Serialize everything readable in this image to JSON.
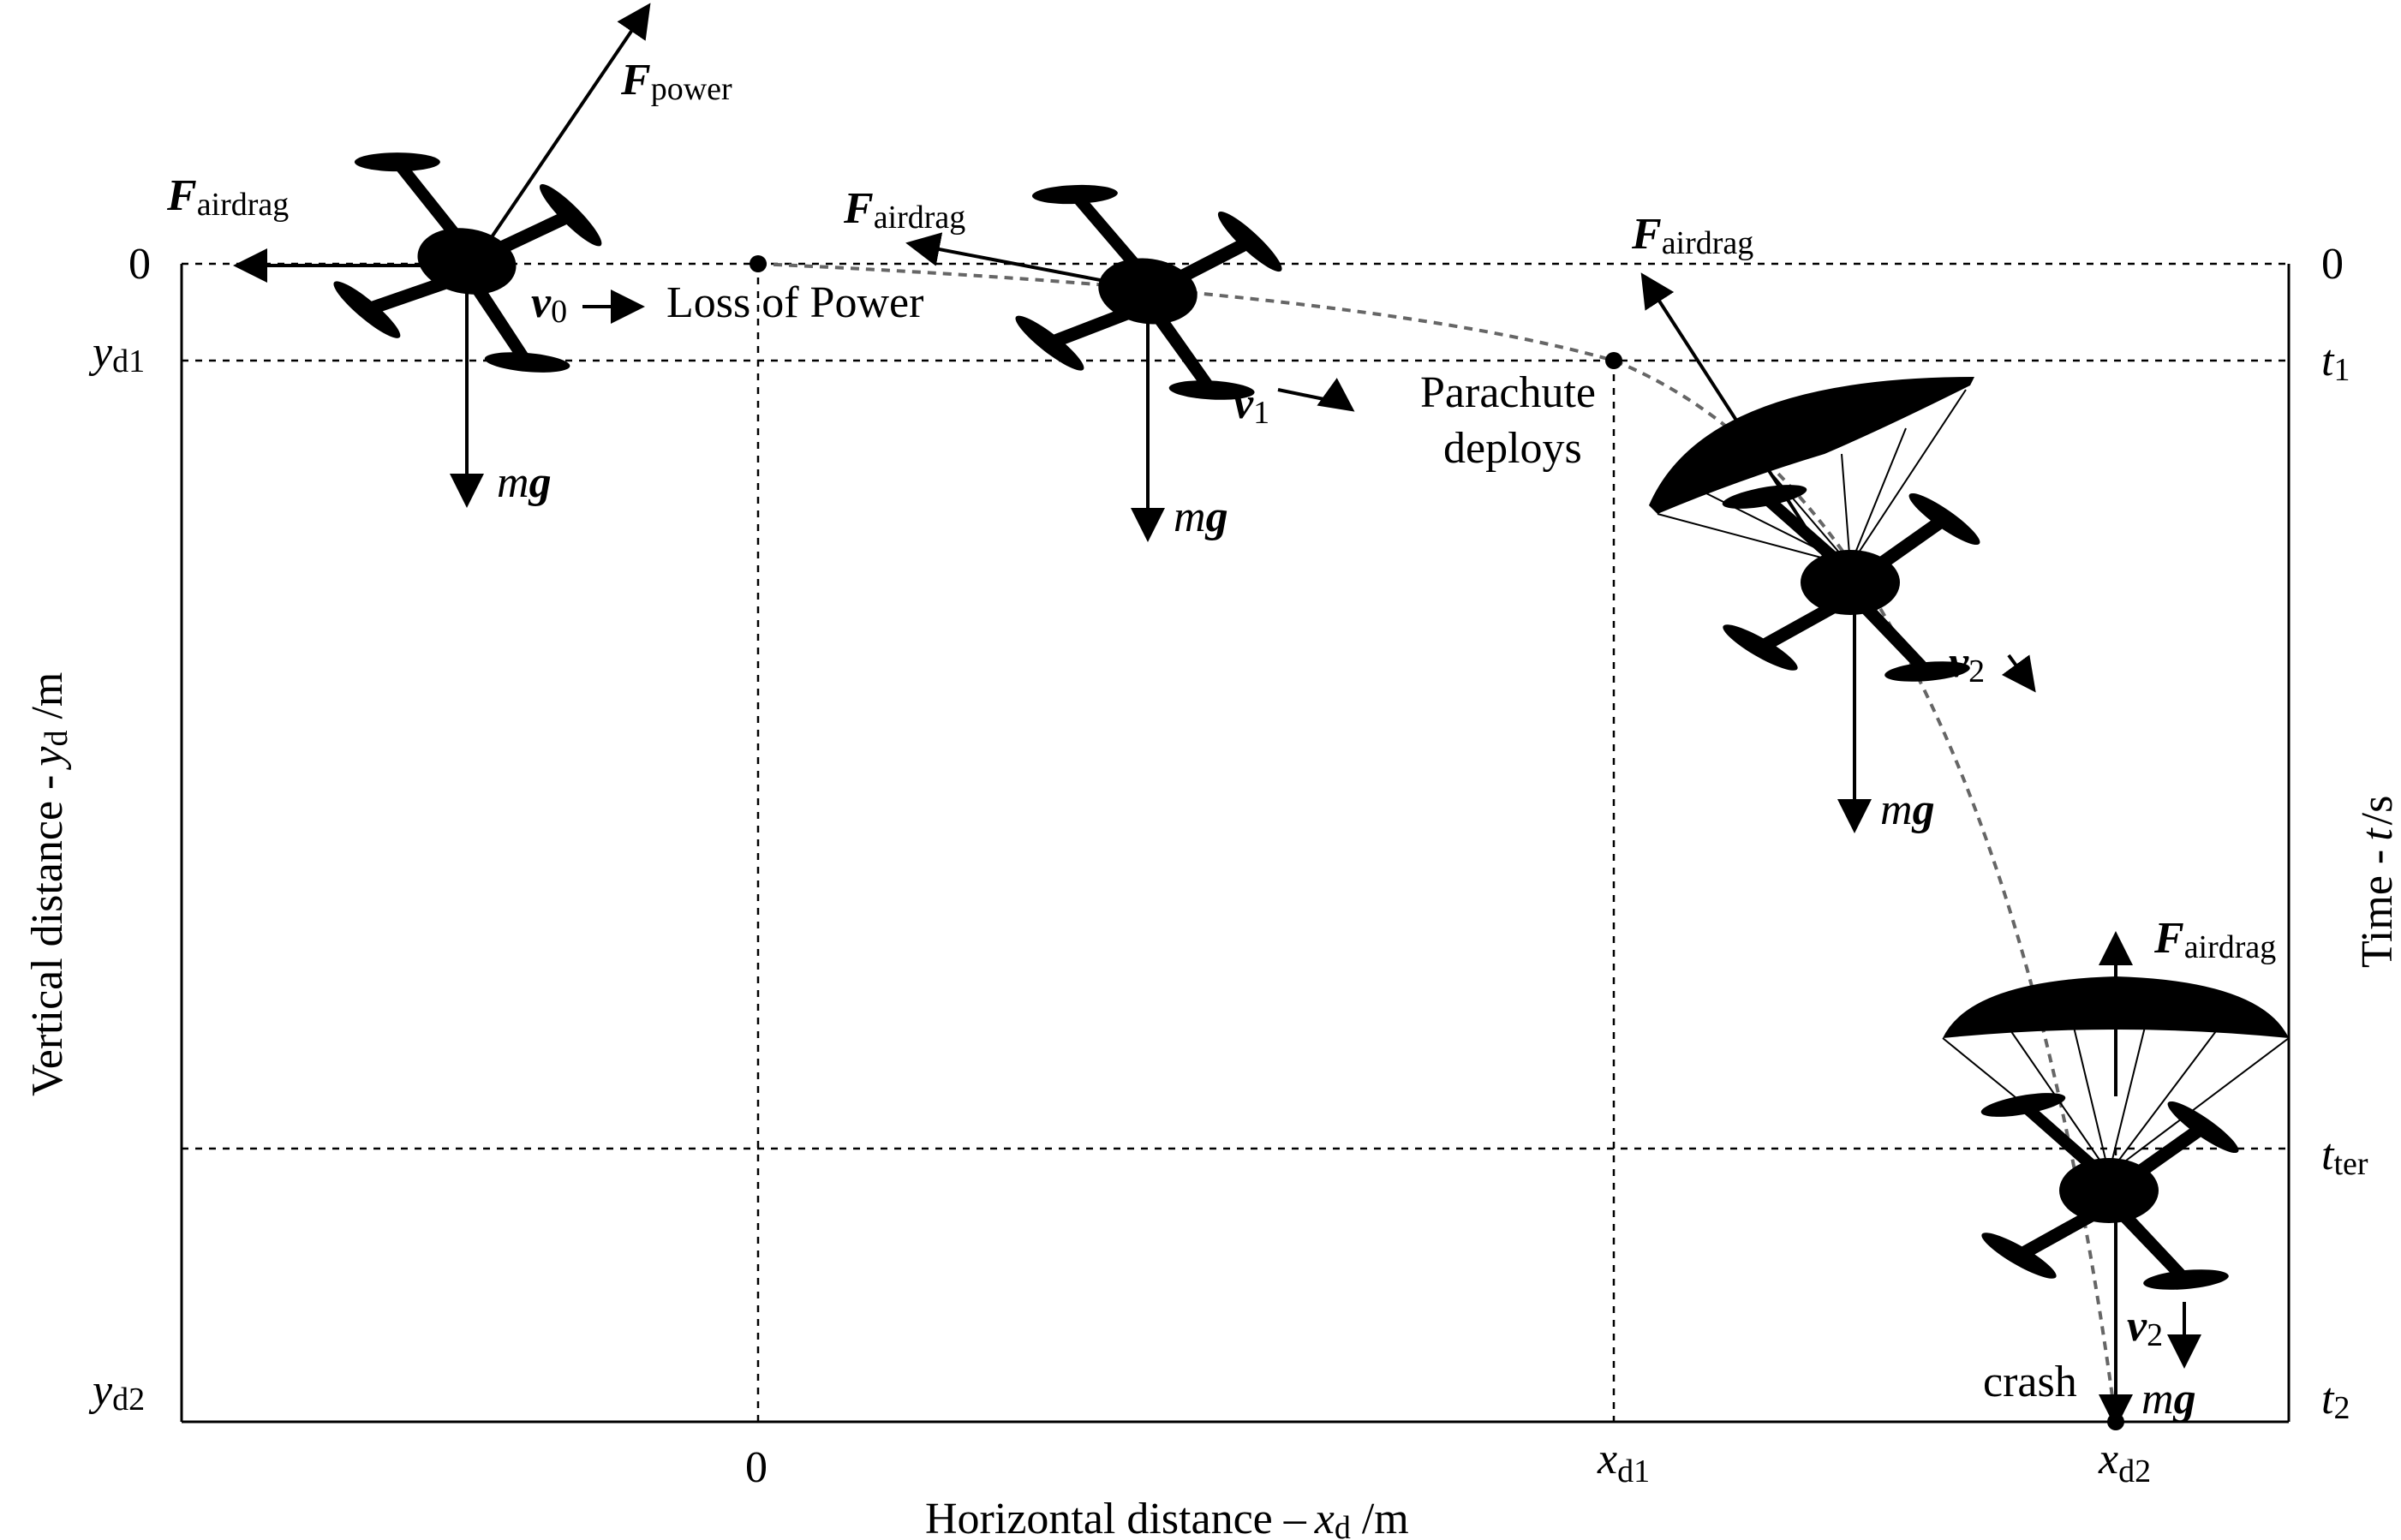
{
  "axes": {
    "x_title_main": "Horizontal distance –",
    "x_title_var": "x",
    "x_title_sub": "d",
    "x_title_unit": " /m",
    "y_title_main": "Vertical distance -",
    "y_title_var": "y",
    "y_title_sub": "d",
    "y_title_unit": " /m",
    "t_title_main": "Time -",
    "t_title_var": "t",
    "t_title_unit": "/s"
  },
  "ticks": {
    "x0": "0",
    "xd1_var": "x",
    "xd1_sub": "d1",
    "xd2_var": "x",
    "xd2_sub": "d2",
    "y0": "0",
    "yd1_var": "y",
    "yd1_sub": "d1",
    "yd2_var": "y",
    "yd2_sub": "d2",
    "t0": "0",
    "t1_var": "t",
    "t1_sub": "1",
    "tter_var": "t",
    "tter_sub": "ter",
    "t2_var": "t",
    "t2_sub": "2"
  },
  "forces": {
    "F": "F",
    "power": "power",
    "airdrag": "airdrag",
    "m": "m",
    "g": "g",
    "v": "v",
    "v0_sub": "0",
    "v1_sub": "1",
    "v2_sub": "2"
  },
  "annotations": {
    "loss_of_power": "Loss of Power",
    "parachute_line1": "Parachute",
    "parachute_line2": "deploys",
    "crash": "crash"
  },
  "icons": [
    "quadcopter-drone-icon",
    "parachute-canopy-icon"
  ]
}
